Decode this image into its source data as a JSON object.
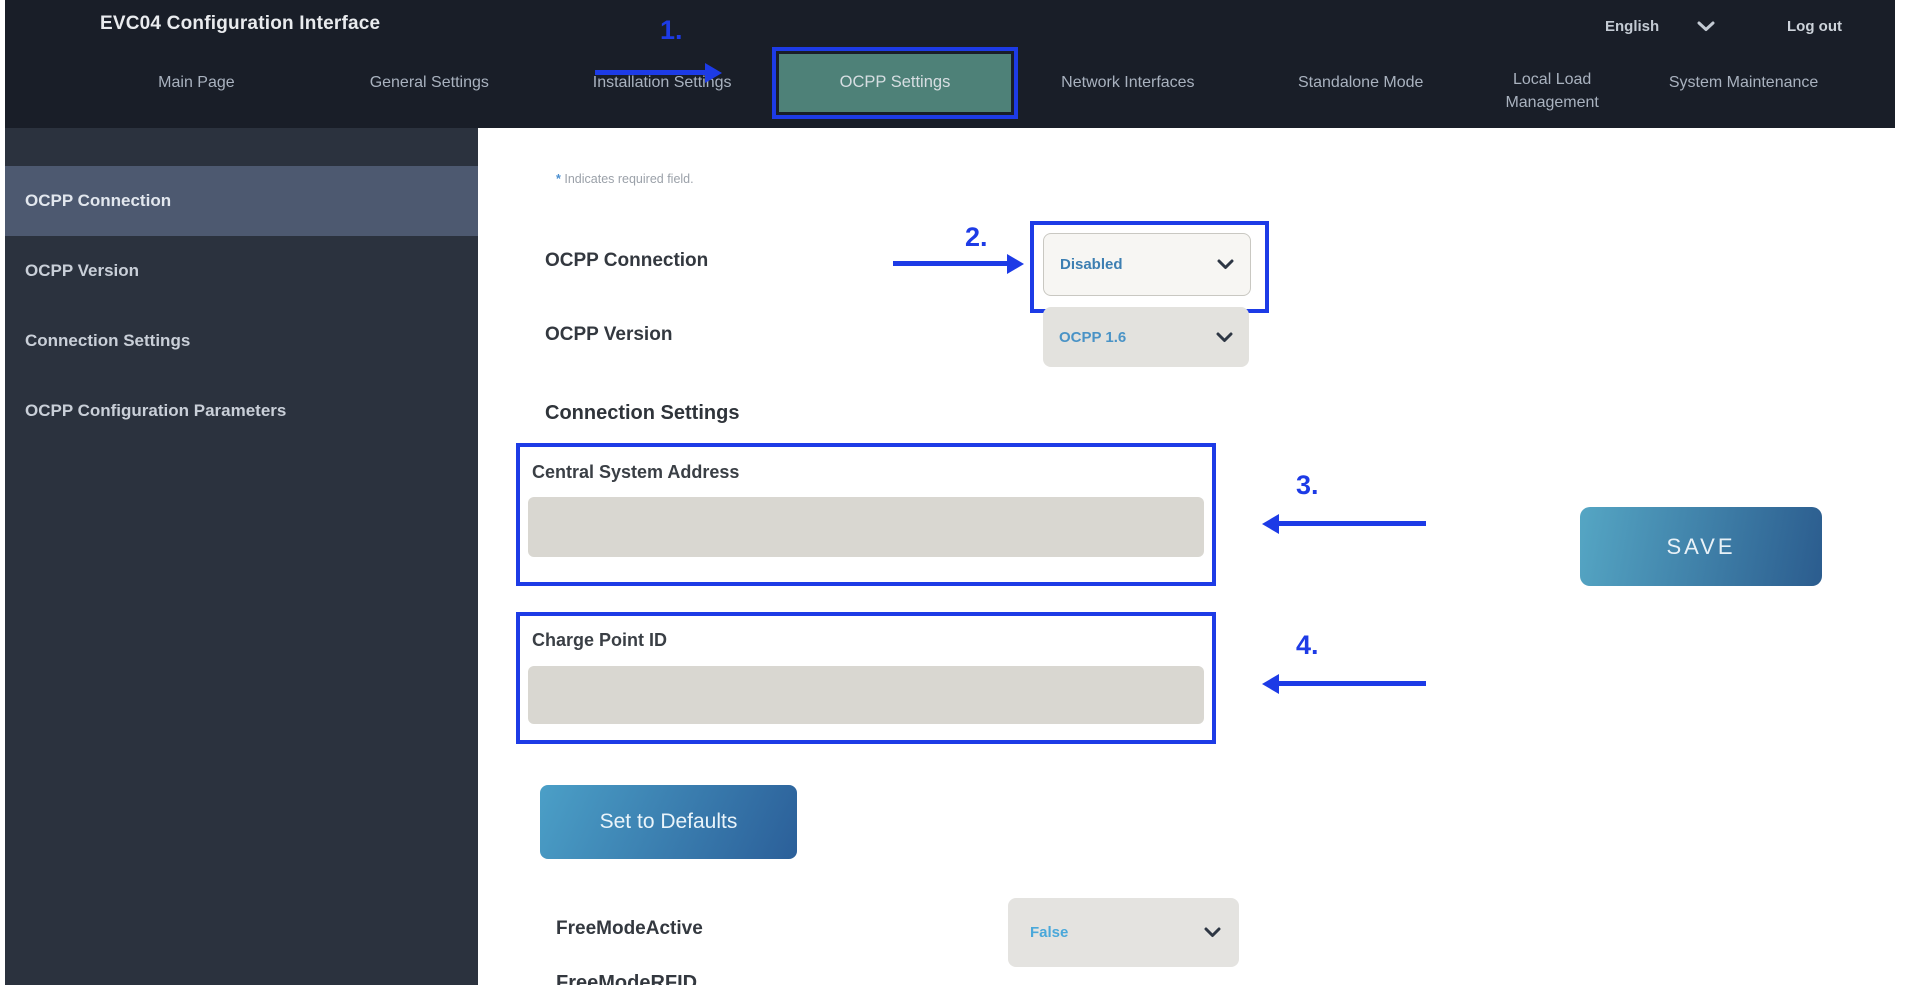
{
  "colors": {
    "accent": "#1d3be6",
    "topbar-bg": "#191e28",
    "sidebar-bg": "#2b323e",
    "sidebar-active-bg": "#4d5970",
    "tab-active-bg": "#4e8178",
    "link-blue": "#3d7fb2",
    "link-blue2": "#4a93c6",
    "link-blue3": "#4aa8da"
  },
  "header": {
    "title": "EVC04 Configuration Interface",
    "language": "English",
    "logout": "Log out"
  },
  "nav": {
    "items": [
      {
        "label": "Main Page"
      },
      {
        "label": "General Settings"
      },
      {
        "label": "Installation Settings"
      },
      {
        "label": "OCPP Settings"
      },
      {
        "label": "Network Interfaces"
      },
      {
        "label": "Standalone Mode"
      },
      {
        "label": "Local Load Management"
      },
      {
        "label": "System Maintenance"
      }
    ],
    "active": "OCPP Settings"
  },
  "sidebar": {
    "items": [
      {
        "label": "OCPP Connection"
      },
      {
        "label": "OCPP Version"
      },
      {
        "label": "Connection Settings"
      },
      {
        "label": "OCPP Configuration Parameters"
      }
    ],
    "active": "OCPP Connection"
  },
  "content": {
    "required_star": "*",
    "required_note": "Indicates required field.",
    "ocpp_connection_label": "OCPP Connection",
    "ocpp_connection_value": "Disabled",
    "ocpp_version_label": "OCPP Version",
    "ocpp_version_value": "OCPP 1.6",
    "section_heading": "Connection Settings",
    "central_system_address_label": "Central System Address",
    "central_system_address_value": "",
    "charge_point_id_label": "Charge Point ID",
    "charge_point_id_value": "",
    "set_to_defaults": "Set to Defaults",
    "save": "SAVE",
    "free_mode_active_label": "FreeModeActive",
    "free_mode_active_value": "False",
    "partial_next_field": "FreeModeRFID"
  },
  "annotations": {
    "step1": "1.",
    "step2": "2.",
    "step3": "3.",
    "step4": "4."
  }
}
